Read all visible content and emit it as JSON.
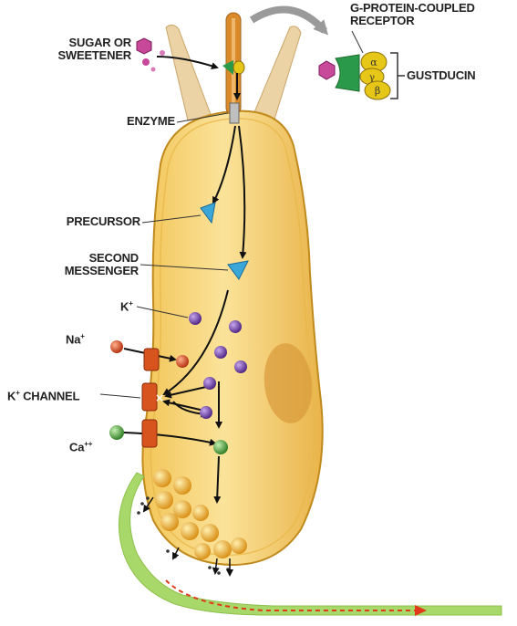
{
  "labels": {
    "sugar_line1": "SUGAR OR",
    "sugar_line2": "SWEETENER",
    "gpcr_line1": "G-PROTEIN-COUPLED",
    "gpcr_line2": "RECEPTOR",
    "gustducin": "GUSTDUCIN",
    "enzyme": "ENZYME",
    "precursor": "PRECURSOR",
    "second_messenger_line1": "SECOND",
    "second_messenger_line2": "MESSENGER",
    "k_ion": "K",
    "na_ion": "Na",
    "k_channel": "K CHANNEL",
    "ca_ion": "Ca",
    "ion_charge": "+",
    "ca_charge": "++",
    "alpha": "α",
    "gamma": "γ",
    "beta": "β"
  },
  "colors": {
    "cell_fill": "#f6cf6c",
    "cell_edge": "#c08a1c",
    "nucleus": "#d99a3a",
    "microvilli": "#ecd3a6",
    "potassium": "#6a3aa0",
    "sodium": "#d04a1e",
    "calcium": "#4ea03a",
    "channel": "#d8541f",
    "receptor": "#2a9a4a",
    "gustducin": "#e6c616",
    "sweetener": "#c8489a",
    "messenger": "#3aa7d8",
    "nerve": "#a8d86a",
    "vesicle": "#f0b428",
    "signal": "#e03a1a"
  }
}
